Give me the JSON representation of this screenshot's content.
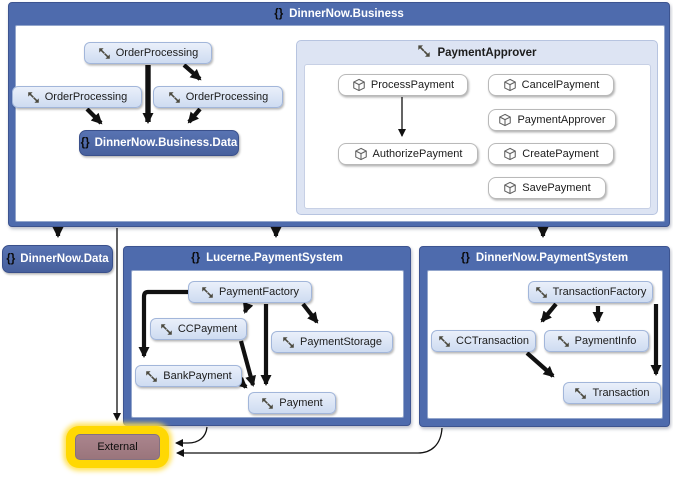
{
  "glyphs": {
    "namespace_brace": "{}"
  },
  "colors": {
    "container_blue": "#4e6bad",
    "namespace_node_blue": "#4a66a5",
    "class_node_blue": "#d5e0f2",
    "group_fill": "#dde4f3",
    "method_node_white": "#ffffff",
    "external_fill": "#9f7a81",
    "selection_yellow": "#ffd803",
    "edge_color": "#111111"
  },
  "containers": {
    "business": {
      "title": "DinnerNow.Business"
    },
    "lucerne": {
      "title": "Lucerne.PaymentSystem"
    },
    "dnps": {
      "title": "DinnerNow.PaymentSystem"
    }
  },
  "groups": {
    "payment_approver": {
      "title": "PaymentApprover"
    }
  },
  "nodes": {
    "order_processing_top": {
      "label": "OrderProcessing"
    },
    "order_processing_left": {
      "label": "OrderProcessing"
    },
    "order_processing_right": {
      "label": "OrderProcessing"
    },
    "business_data": {
      "label": "DinnerNow.Business.Data"
    },
    "process_payment": {
      "label": "ProcessPayment"
    },
    "cancel_payment": {
      "label": "CancelPayment"
    },
    "payment_approver_class": {
      "label": "PaymentApprover"
    },
    "authorize_payment": {
      "label": "AuthorizePayment"
    },
    "create_payment": {
      "label": "CreatePayment"
    },
    "save_payment": {
      "label": "SavePayment"
    },
    "dinnernow_data": {
      "label": "DinnerNow.Data"
    },
    "payment_factory": {
      "label": "PaymentFactory"
    },
    "cc_payment": {
      "label": "CCPayment"
    },
    "payment_storage": {
      "label": "PaymentStorage"
    },
    "bank_payment": {
      "label": "BankPayment"
    },
    "payment": {
      "label": "Payment"
    },
    "transaction_factory": {
      "label": "TransactionFactory"
    },
    "cc_transaction": {
      "label": "CCTransaction"
    },
    "payment_info": {
      "label": "PaymentInfo"
    },
    "transaction": {
      "label": "Transaction"
    },
    "external": {
      "label": "External"
    }
  }
}
